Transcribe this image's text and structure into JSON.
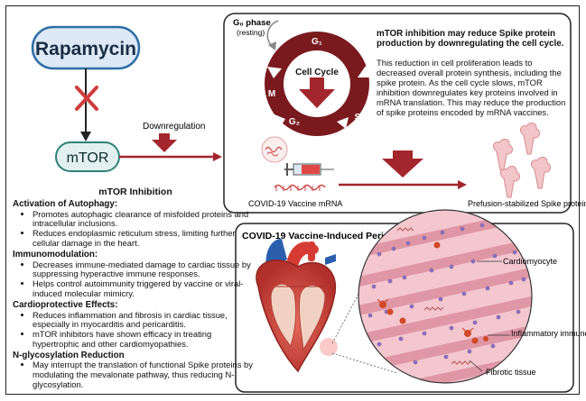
{
  "drug": {
    "label": "Rapamycin"
  },
  "target": {
    "label": "mTOR"
  },
  "downregulation_label": "Downregulation",
  "cell_cycle": {
    "title": "Cell Cycle",
    "g0_label": "G₀ phase",
    "g0_sublabel": "(resting)",
    "phases": [
      "G₁",
      "S",
      "G₂",
      "M"
    ]
  },
  "mtor_panel": {
    "heading": "mTOR inhibition may reduce Spike protein production by downregulating the cell cycle.",
    "body": "This reduction in cell proliferation leads to decreased overall protein synthesis, including the spike protein. As the cell cycle slows, mTOR inhibition downregulates key proteins involved in mRNA translation. This may reduce the production of spike proteins encoded by mRNA vaccines."
  },
  "vaccine_label": "COVID-19 Vaccine mRNA",
  "spike_label": "Prefusion-stabilized Spike protein",
  "inhibition": {
    "title": "mTOR Inhibition",
    "sections": [
      {
        "heading": "Activation of Autophagy:",
        "items": [
          "Promotes autophagic clearance of misfolded proteins and intracellular inclusions.",
          "Reduces endoplasmic reticulum stress, limiting further cellular damage in the heart."
        ]
      },
      {
        "heading": "Immunomodulation:",
        "items": [
          "Decreases immune-mediated damage to cardiac tissue by suppressing hyperactive immune responses.",
          "Helps control autoimmunity triggered by vaccine or viral-induced molecular mimicry."
        ]
      },
      {
        "heading": "Cardioprotective Effects:",
        "items": [
          "Reduces inflammation and fibrosis in cardiac tissue, especially in myocarditis and pericarditis.",
          "mTOR inhibitors have shown efficacy in treating hypertrophic and other cardiomyopathies."
        ]
      },
      {
        "heading": "N-glycosylation Reduction",
        "items": [
          "May interrupt the translation of functional Spike proteins by modulating the mevalonate pathway, thus reducing N-glycosylation."
        ]
      }
    ]
  },
  "pericarditis": {
    "title": "COVID-19 Vaccine-Induced Pericarditis",
    "labels": {
      "cardiomyocyte": "Cardiomyocyte",
      "immune": "Inflammatory immune cells",
      "fibrotic": "Fibrotic tissue"
    }
  },
  "colors": {
    "arrow": "#a3262d",
    "ring": "#7a1a1e",
    "drug_fill": "#dde9f6",
    "drug_border": "#2e6ea6",
    "target_fill": "#e2f1ef",
    "target_border": "#2f8077",
    "tissue": "#e8a9b5"
  }
}
